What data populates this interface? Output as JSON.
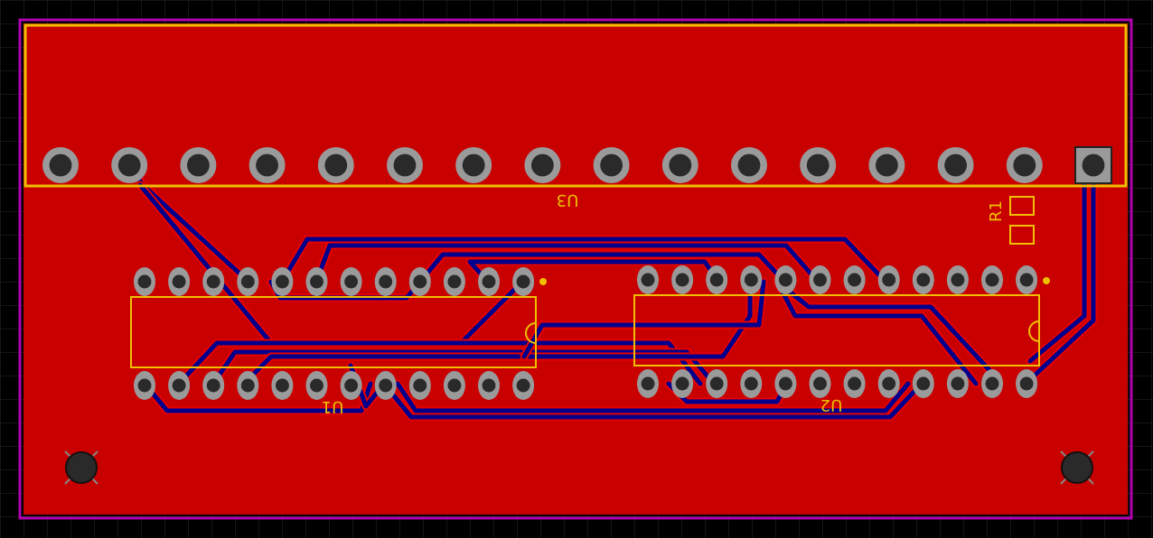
{
  "colors": {
    "background": "#000000",
    "grid": "#2a2a2a",
    "board_copper": "#c80000",
    "board_outline": "#b000b0",
    "trace": "#00008c",
    "trace_clearance": "#e60000",
    "silkscreen": "#f0c000",
    "pad": "#9a9a9a",
    "pad_hole": "#2a2a2a"
  },
  "components": {
    "u1": {
      "designator": "U1",
      "pins_per_row": 12
    },
    "u2": {
      "designator": "U2",
      "pins_per_row": 12
    },
    "u3": {
      "designator": "U3",
      "pins": 16
    },
    "r1": {
      "designator": "R1"
    }
  },
  "mounting_holes": 2
}
